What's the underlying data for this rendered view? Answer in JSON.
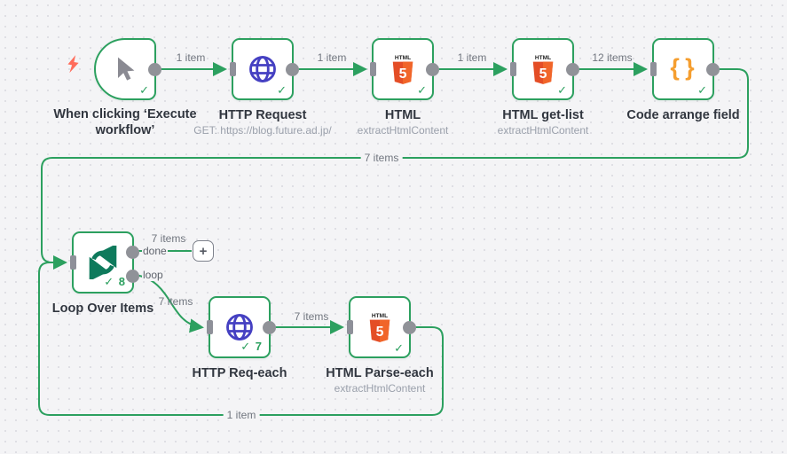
{
  "canvas": {
    "nodes": [
      {
        "title": "When clicking ‘Execute workflow’",
        "subtitle": ""
      },
      {
        "title": "HTTP Request",
        "subtitle": "GET: https://blog.future.ad.jp/"
      },
      {
        "title": "HTML",
        "subtitle": "extractHtmlContent"
      },
      {
        "title": "HTML get-list",
        "subtitle": "extractHtmlContent"
      },
      {
        "title": "Code arrange field",
        "subtitle": ""
      },
      {
        "title": "Loop Over Items",
        "subtitle": "",
        "check_count": "8"
      },
      {
        "title": "HTTP Req-each",
        "subtitle": "",
        "check_count": "7"
      },
      {
        "title": "HTML Parse-each",
        "subtitle": "extractHtmlContent"
      }
    ],
    "connection_labels": {
      "trigger_to_http": "1 item",
      "http_to_html": "1 item",
      "html_to_getlist": "1 item",
      "getlist_to_code": "12 items",
      "code_to_loop": "7 items",
      "loop_done_branch": "7 items",
      "loop_loop_branch": "7 items",
      "reqeach_to_parseeach": "7 items",
      "parseeach_to_loop": "1 item"
    },
    "port_labels": {
      "done": "done",
      "loop": "loop"
    },
    "check_mark": "✓",
    "plus_button": "+",
    "icons": {
      "trigger": "cursor-icon",
      "http": "globe-icon",
      "html": "html5-icon",
      "code": "curly-braces-icon",
      "loop": "cycle-arrows-icon",
      "alert": "lightning-bolt-icon"
    },
    "colors": {
      "wire_green": "#2ca05f",
      "node_border_green": "#2ca05f",
      "check_green": "#2ca05f",
      "globe_blue": "#4540c2",
      "html5_orange": "#e44d26",
      "code_orange": "#f59e2f",
      "loop_teal": "#0e7a5c",
      "bolt_coral": "#ff6d5c",
      "handle_gray": "#909298",
      "canvas_bg": "#f4f4f6"
    }
  }
}
